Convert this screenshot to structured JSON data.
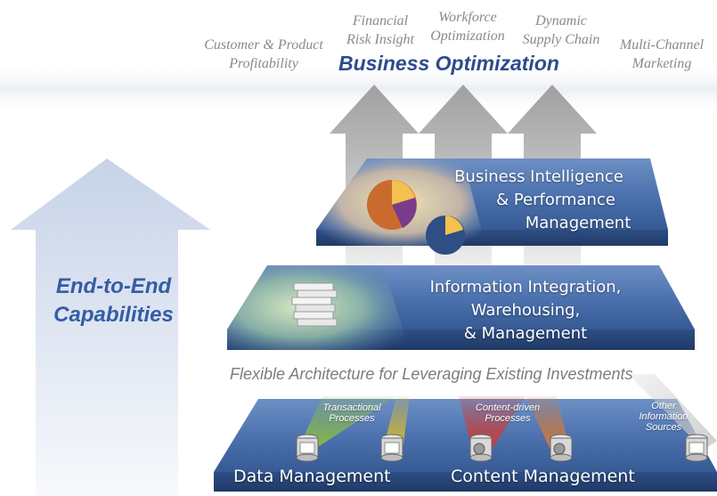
{
  "top_labels": {
    "customer_product": [
      "Customer & Product",
      "Profitability"
    ],
    "financial_risk": [
      "Financial",
      "Risk Insight"
    ],
    "workforce": [
      "Workforce",
      "Optimization"
    ],
    "dynamic_supply": [
      "Dynamic",
      "Supply Chain"
    ],
    "multi_channel": [
      "Multi-Channel",
      "Marketing"
    ]
  },
  "business_optimization": "Business Optimization",
  "end_to_end": [
    "End-to-End",
    "Capabilities"
  ],
  "layers": {
    "bi": [
      "Business Intelligence",
      "& Performance",
      "Management"
    ],
    "info": [
      "Information Integration,",
      "Warehousing,",
      "& Management"
    ]
  },
  "flexible_architecture": "Flexible Architecture for Leveraging Existing Investments",
  "beams": {
    "transactional": [
      "Transactional",
      "Processes"
    ],
    "content_driven": [
      "Content-driven",
      "Processes"
    ],
    "other_info": [
      "Other",
      "Information",
      "Sources"
    ]
  },
  "bottom": {
    "data_management": "Data Management",
    "content_management": "Content Management"
  },
  "colors": {
    "title_blue": "#2e4b8c",
    "layer_blue": "#4a70ad",
    "arrow_gray": "#9a9a9a",
    "beam_green": "#8fc23f",
    "beam_yellow": "#e7c520",
    "beam_red": "#d8392b",
    "beam_orange": "#e07a2d"
  }
}
